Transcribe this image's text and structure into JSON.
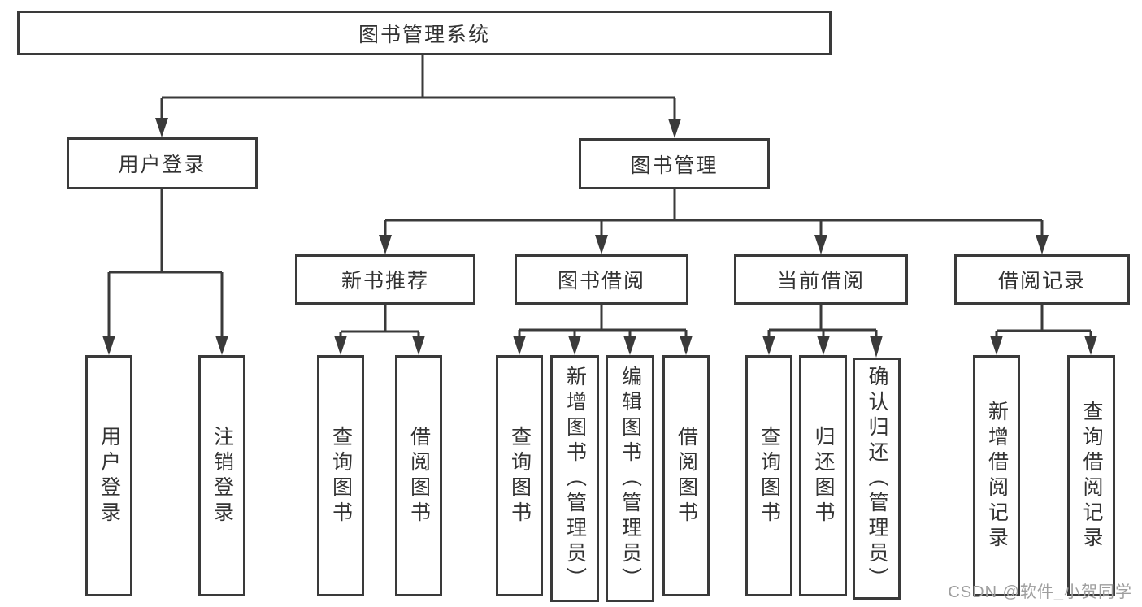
{
  "nodes": {
    "root": {
      "label": "图书管理系统"
    },
    "user_login": {
      "label": "用户登录"
    },
    "book_mgmt": {
      "label": "图书管理"
    },
    "new_book_rec": {
      "label": "新书推荐"
    },
    "book_borrow": {
      "label": "图书借阅"
    },
    "current_borrow": {
      "label": "当前借阅"
    },
    "borrow_records": {
      "label": "借阅记录"
    },
    "leaf_user_login": {
      "label": "用户登录"
    },
    "leaf_logout": {
      "label": "注销登录"
    },
    "leaf_nb_query": {
      "label": "查询图书"
    },
    "leaf_nb_borrow": {
      "label": "借阅图书"
    },
    "leaf_bb_query": {
      "label": "查询图书"
    },
    "leaf_bb_add": {
      "label": "新增图书（管理员）"
    },
    "leaf_bb_edit": {
      "label": "编辑图书（管理员）"
    },
    "leaf_bb_borrow": {
      "label": "借阅图书"
    },
    "leaf_cb_query": {
      "label": "查询图书"
    },
    "leaf_cb_return": {
      "label": "归还图书"
    },
    "leaf_cb_confirm": {
      "label": "确认归还（管理员）"
    },
    "leaf_br_add": {
      "label": "新增借阅记录"
    },
    "leaf_br_query": {
      "label": "查询借阅记录"
    }
  },
  "watermark": {
    "text": "CSDN @软件_小贺同学",
    "color": "#9e9e9e"
  },
  "colors": {
    "line": "#3a3a3a",
    "box_border": "#3a3a3a",
    "text": "#333333",
    "background": "#ffffff"
  }
}
